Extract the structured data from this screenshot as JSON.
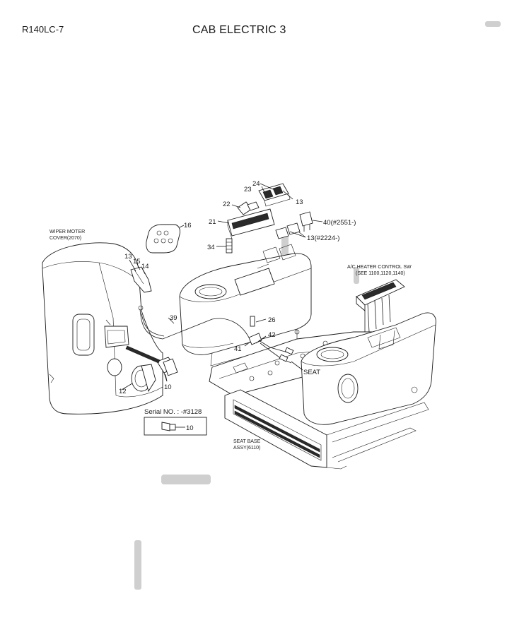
{
  "header": {
    "model": "R140LC-7",
    "title": "CAB ELECTRIC 3"
  },
  "labels": {
    "wiper_cover": [
      "WIPER MOTER",
      "COVER(2070)"
    ],
    "ac_heater": [
      "A/C HEATER CONTROL SW",
      "(SEE 1100,1120,1140)"
    ],
    "seat": "SEAT",
    "seat_base": [
      "SEAT BASE",
      "ASSY(6110)"
    ],
    "serial_note": "Serial NO. : -#3128"
  },
  "parts": {
    "p24": "24",
    "p23": "23",
    "p13a": "13",
    "p22": "22",
    "p21": "21",
    "p16": "16",
    "p40": "40(#2551-)",
    "p13b": "13(#2224-)",
    "p34": "34",
    "p13c": "13",
    "p15": "15",
    "p14": "14",
    "p39": "39",
    "p26": "26",
    "p42": "42",
    "p41": "41",
    "p12": "12",
    "p10a": "10",
    "p10b": "10"
  }
}
